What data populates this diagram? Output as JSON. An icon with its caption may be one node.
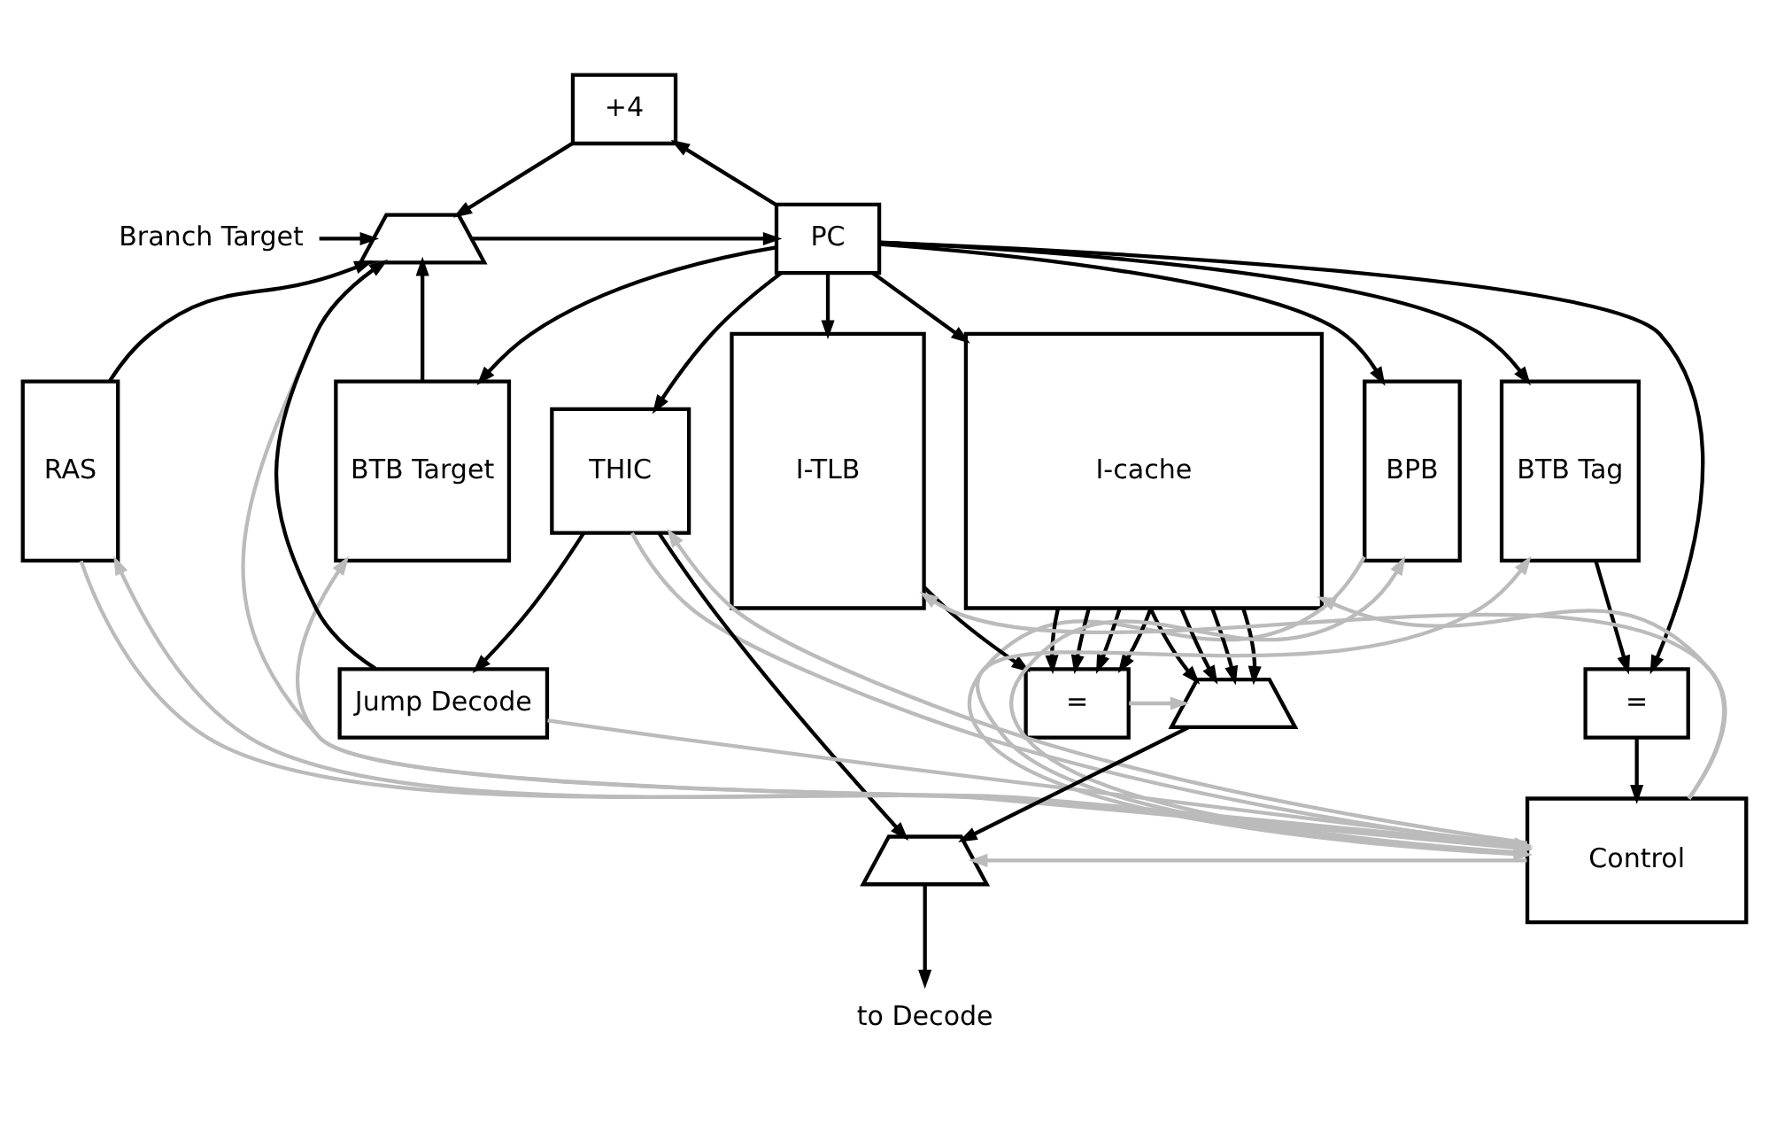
{
  "diagram": {
    "nodes": [
      {
        "text": [
          "+4"
        ]
      },
      {
        "text": [],
        "shape": "trapezoid"
      },
      {
        "text": [
          "PC"
        ]
      },
      {
        "text": [
          "Branch Target"
        ]
      },
      {
        "text": [
          "BTB Target"
        ]
      },
      {
        "text": [
          "BTB Tag"
        ]
      },
      {
        "text": [
          "BPB"
        ]
      },
      {
        "text": [
          "RAS"
        ]
      },
      {
        "text": [
          "THIC"
        ]
      },
      {
        "text": [
          "I-cache"
        ]
      },
      {
        "text": [
          "I-TLB"
        ]
      },
      {
        "text": [
          "="
        ]
      },
      {
        "text": [
          "Control"
        ]
      },
      {
        "text": [
          "Jump Decode"
        ]
      },
      {
        "text": [],
        "shape": "trapezoid"
      },
      {
        "text": [
          "="
        ]
      },
      {
        "text": [],
        "shape": "trapezoid"
      },
      {
        "text": [
          "to Decode"
        ]
      }
    ],
    "edges": [
      {
        "from": 2,
        "to": 0,
        "arrow": "to"
      },
      {
        "from": 0,
        "to": 1,
        "arrow": "to"
      },
      {
        "from": 1,
        "to": 2,
        "arrow": "to"
      },
      {
        "from": 3,
        "to": 1,
        "arrow": "to"
      },
      {
        "from": 4,
        "to": 1,
        "arrow": "to"
      },
      {
        "from": 7,
        "to": 1,
        "arrow": "to"
      },
      {
        "from": 13,
        "to": 1,
        "arrow": "to"
      },
      {
        "from": 2,
        "to": 4,
        "arrow": "to"
      },
      {
        "from": 2,
        "to": 5,
        "arrow": "to"
      },
      {
        "from": 2,
        "to": 11,
        "arrow": "to"
      },
      {
        "from": 2,
        "to": 6,
        "arrow": "to"
      },
      {
        "from": 2,
        "to": 8,
        "arrow": "to"
      },
      {
        "from": 2,
        "to": 9,
        "arrow": "to"
      },
      {
        "from": 2,
        "to": 10,
        "arrow": "to"
      },
      {
        "from": 5,
        "to": 11,
        "arrow": "to"
      },
      {
        "from": 11,
        "to": 12,
        "arrow": "to"
      },
      {
        "from": 8,
        "to": 13,
        "arrow": "to"
      },
      {
        "from": 8,
        "to": 16,
        "arrow": "to"
      },
      {
        "from": 9,
        "to": 14,
        "arrow": "to"
      },
      {
        "from": 9,
        "to": 14,
        "arrow": "to"
      },
      {
        "from": 9,
        "to": 14,
        "arrow": "to"
      },
      {
        "from": 9,
        "to": 14,
        "arrow": "to"
      },
      {
        "from": 9,
        "to": 15,
        "arrow": "to"
      },
      {
        "from": 9,
        "to": 15,
        "arrow": "to"
      },
      {
        "from": 9,
        "to": 15,
        "arrow": "to"
      },
      {
        "from": 9,
        "to": 15,
        "arrow": "to"
      },
      {
        "from": 10,
        "to": 15,
        "arrow": "to"
      },
      {
        "from": 15,
        "to": 14,
        "arrow": "to",
        "color": "#bbbbbb"
      },
      {
        "from": 14,
        "to": 16,
        "arrow": "to"
      },
      {
        "from": 16,
        "to": 17,
        "arrow": "to"
      },
      {
        "from": 12,
        "to": 1,
        "arrow": "to",
        "color": "#bbbbbb"
      },
      {
        "from": 12,
        "to": 4,
        "arrow": "to",
        "color": "#bbbbbb"
      },
      {
        "from": 12,
        "to": 5,
        "arrow": "to",
        "color": "#bbbbbb"
      },
      {
        "from": 12,
        "to": 6,
        "arrow": "to",
        "color": "#bbbbbb"
      },
      {
        "from": 12,
        "to": 7,
        "arrow": "to",
        "color": "#bbbbbb"
      },
      {
        "from": 12,
        "to": 8,
        "arrow": "to",
        "color": "#bbbbbb"
      },
      {
        "from": 12,
        "to": 9,
        "arrow": "to",
        "color": "#bbbbbb"
      },
      {
        "from": 12,
        "to": 10,
        "arrow": "to",
        "color": "#bbbbbb"
      },
      {
        "from": 6,
        "to": 12,
        "arrow": "to",
        "color": "#bbbbbb"
      },
      {
        "from": 7,
        "to": 12,
        "arrow": "to",
        "color": "#bbbbbb"
      },
      {
        "from": 8,
        "to": 12,
        "arrow": "to",
        "color": "#bbbbbb"
      },
      {
        "from": 13,
        "to": 12,
        "arrow": "to",
        "color": "#bbbbbb"
      },
      {
        "from": 12,
        "to": 16,
        "arrow": "to",
        "color": "#bbbbbb"
      }
    ]
  }
}
